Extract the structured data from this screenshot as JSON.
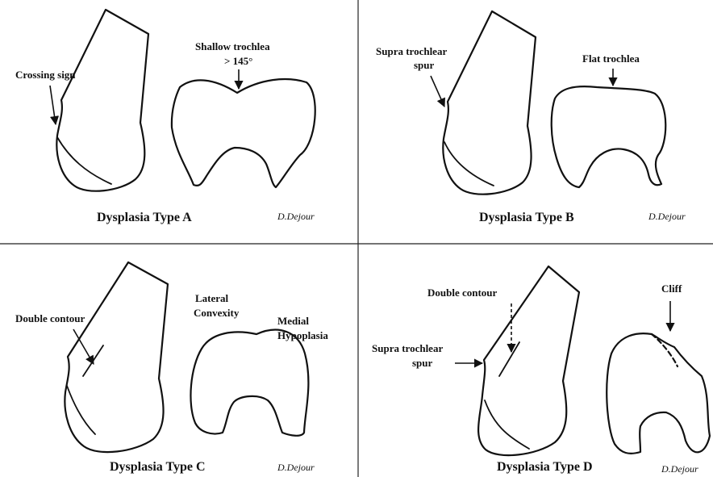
{
  "panels": {
    "a": {
      "title": "Dysplasia Type A",
      "signature": "D.Dejour",
      "crossing_sign": "Crossing sign",
      "shallow_line1": "Shallow trochlea",
      "shallow_line2": "> 145°"
    },
    "b": {
      "title": "Dysplasia Type B",
      "signature": "D.Dejour",
      "spur_line1": "Supra trochlear",
      "spur_line2": "spur",
      "flat": "Flat trochlea"
    },
    "c": {
      "title": "Dysplasia Type C",
      "signature": "D.Dejour",
      "double_contour": "Double contour",
      "lateral_line1": "Lateral",
      "lateral_line2": "Convexity",
      "medial_line1": "Medial",
      "medial_line2": "Hypoplasia"
    },
    "d": {
      "title": "Dysplasia Type D",
      "signature": "D.Dejour",
      "double_contour": "Double contour",
      "spur_line1": "Supra trochlear",
      "spur_line2": "spur",
      "cliff": "Cliff"
    }
  }
}
